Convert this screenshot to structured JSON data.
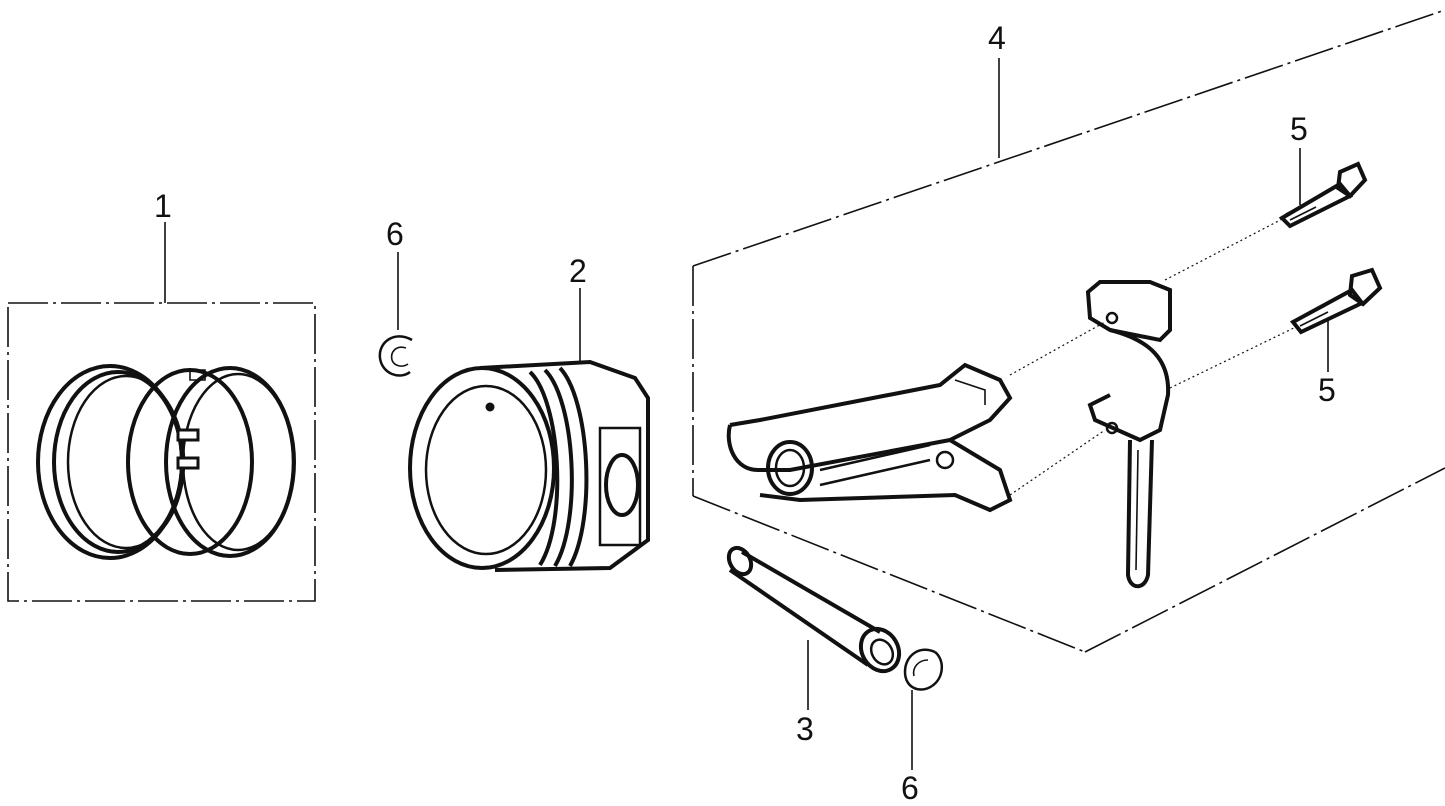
{
  "callouts": {
    "piston_rings": "1",
    "piston": "2",
    "piston_pin": "3",
    "connecting_rod_assy": "4",
    "rod_bolt_upper": "5",
    "rod_bolt_lower": "5",
    "pin_clip_upper": "6",
    "pin_clip_lower": "6"
  }
}
